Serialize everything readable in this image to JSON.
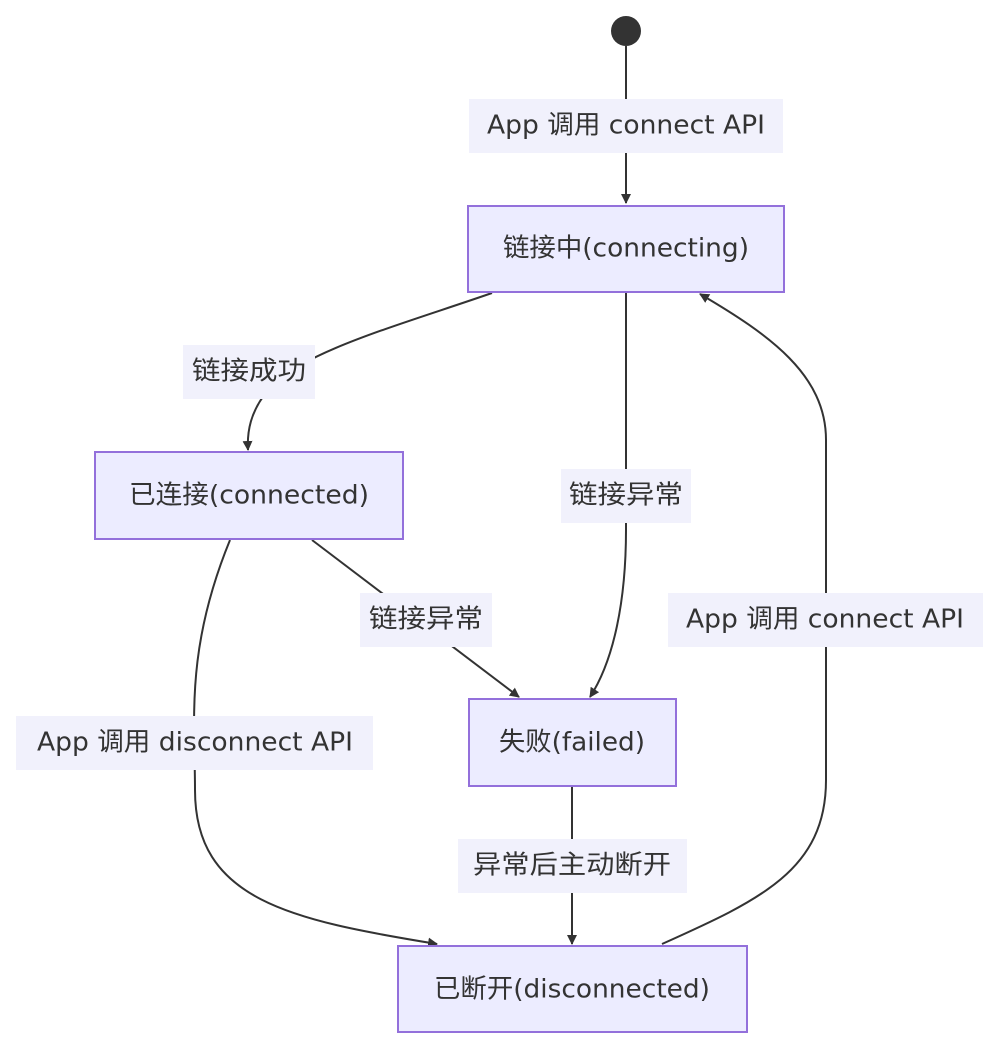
{
  "diagram": {
    "type": "state-diagram",
    "states": {
      "connecting": "链接中(connecting)",
      "connected": "已连接(connected)",
      "failed": "失败(failed)",
      "disconnected": "已断开(disconnected)"
    },
    "transitions": {
      "start_to_connecting": "App 调用 connect API",
      "connecting_to_connected": "链接成功",
      "connecting_to_failed": "链接异常",
      "connected_to_failed": "链接异常",
      "connected_to_disconnected": "App 调用 disconnect API",
      "failed_to_disconnected": "异常后主动断开",
      "disconnected_to_connecting": "App 调用 connect API"
    },
    "colors": {
      "state_fill": "#ECECFF",
      "state_stroke": "#9370DB",
      "edge": "#333333",
      "label_bg": "#F1F1FC",
      "text": "#333333"
    }
  }
}
